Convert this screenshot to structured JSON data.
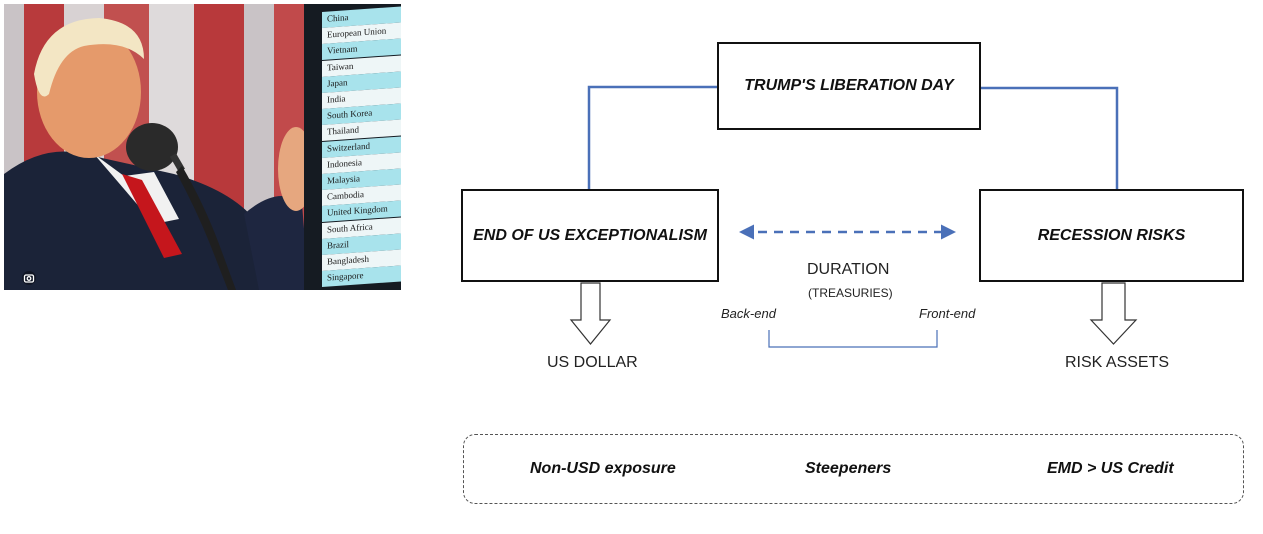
{
  "photo": {
    "countries": [
      "China",
      "European Union",
      "Vietnam",
      "Taiwan",
      "Japan",
      "India",
      "South Korea",
      "Thailand",
      "Switzerland",
      "Indonesia",
      "Malaysia",
      "Cambodia",
      "United Kingdom",
      "South Africa",
      "Brazil",
      "Bangladesh",
      "Singapore"
    ]
  },
  "diagram": {
    "top_box": "TRUMP'S LIBERATION DAY",
    "left_box": "END OF US EXCEPTIONALISM",
    "right_box": "RECESSION RISKS",
    "left_outcome": "US DOLLAR",
    "right_outcome": "RISK ASSETS",
    "center_title": "DURATION",
    "center_subtitle": "(TREASURIES)",
    "back_end": "Back-end",
    "front_end": "Front-end"
  },
  "strategies": [
    "Non-USD exposure",
    "Steepeners",
    "EMD > US Credit"
  ],
  "colors": {
    "connector": "#4a70b8",
    "dashed_arrow": "#4a70b8",
    "box_border": "#111111",
    "chart_row_highlight": "#a8e3ec"
  }
}
